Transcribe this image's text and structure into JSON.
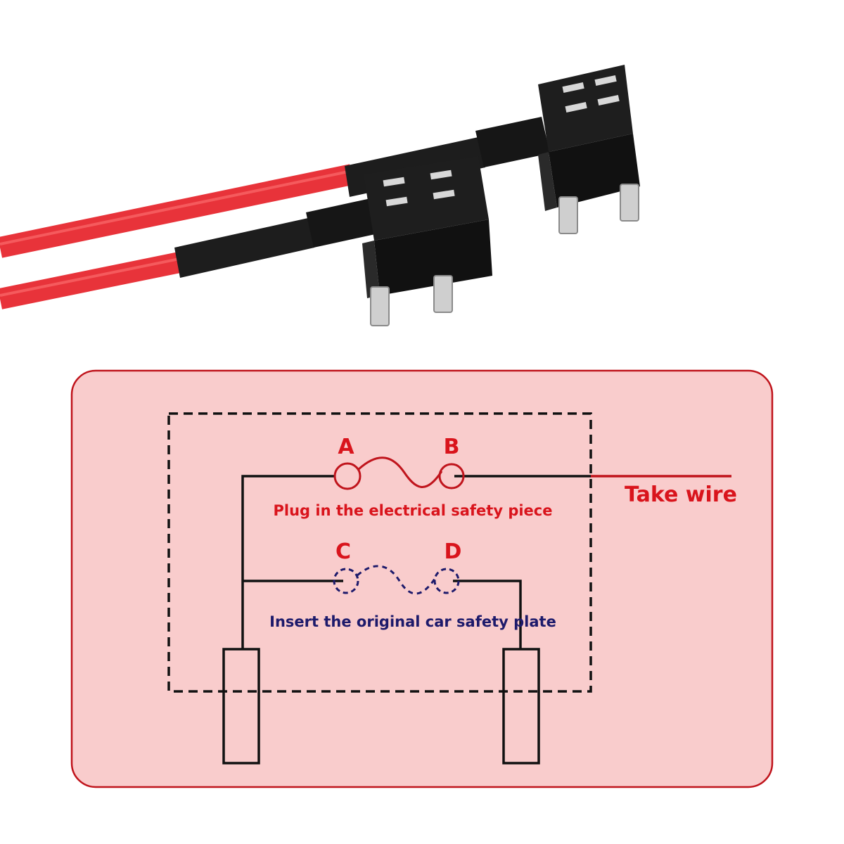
{
  "colors": {
    "panel_fill": "#f9cccc",
    "panel_border": "#c0141c",
    "wire_red": "#e8333a",
    "wire_dark": "#b81f26",
    "plastic": "#1b1b1b",
    "metal": "#c9c9c9",
    "line_black": "#111111",
    "red_text": "#d9141c",
    "navy_text": "#1d1a6b",
    "fuse_red": "#c0141c",
    "fuse_dashed": "#1d1a6b"
  },
  "photo": {
    "subject": "add-a-circuit fuse tap"
  },
  "diagram": {
    "terminals": {
      "a": "A",
      "b": "B",
      "c": "C",
      "d": "D"
    },
    "top_caption": "Plug in the electrical safety piece",
    "bottom_caption": "Insert the original car safety plate",
    "take_wire": "Take wire"
  }
}
